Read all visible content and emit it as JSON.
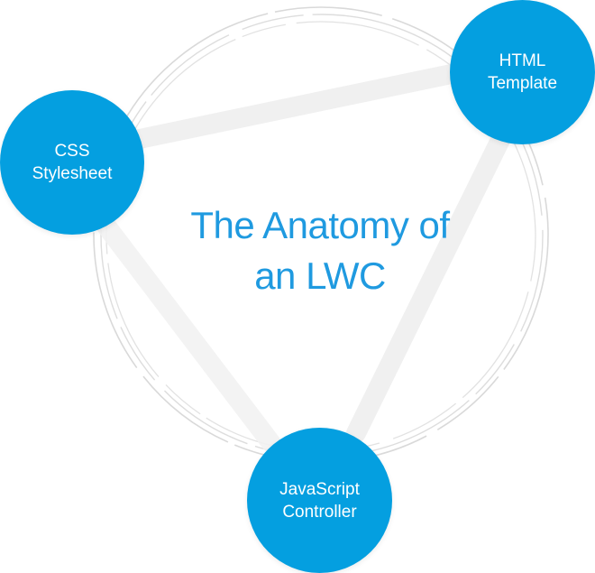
{
  "title": {
    "line1": "The Anatomy of",
    "line2": "an LWC"
  },
  "nodes": {
    "css": {
      "line1": "CSS",
      "line2": "Stylesheet"
    },
    "html": {
      "line1": "HTML",
      "line2": "Template"
    },
    "js": {
      "line1": "JavaScript",
      "line2": "Controller"
    }
  },
  "colors": {
    "node_fill": "#049fe0",
    "title_text": "#1f9ae0",
    "node_text": "#ffffff",
    "ring": "#d9d9d9",
    "connector": "#f0f0f0"
  }
}
